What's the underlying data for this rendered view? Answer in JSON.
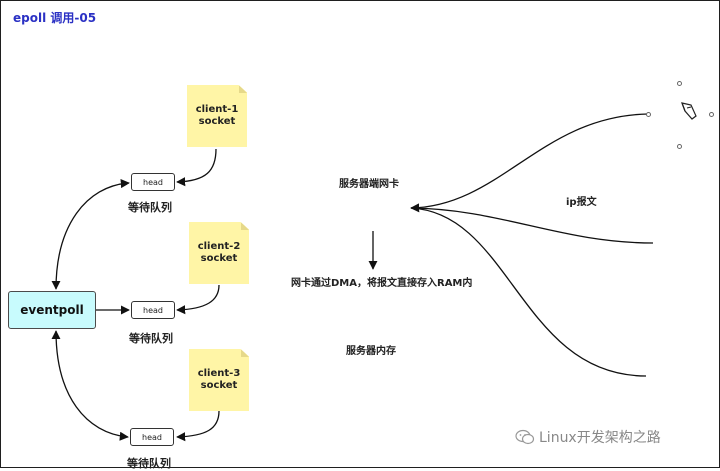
{
  "title": "epoll 调用-05",
  "eventpoll": {
    "label": "eventpoll"
  },
  "clients": [
    {
      "name": "client-1",
      "type": "socket",
      "head": "head",
      "queue": "等待队列"
    },
    {
      "name": "client-2",
      "type": "socket",
      "head": "head",
      "queue": "等待队列"
    },
    {
      "name": "client-3",
      "type": "socket",
      "head": "head",
      "queue": "等待队列"
    }
  ],
  "nic_label": "服务器端网卡",
  "packet_label": "ip报文",
  "dma_label": "网卡通过DMA，将报文直接存入RAM内",
  "memory_label": "服务器内存",
  "watermark": "Linux开发架构之路",
  "icons": [
    "pen-icon",
    "wechat-icon"
  ],
  "colors": {
    "title": "#2b31c4",
    "note": "#fff5a6",
    "eventpoll": "#c8fbfd"
  }
}
